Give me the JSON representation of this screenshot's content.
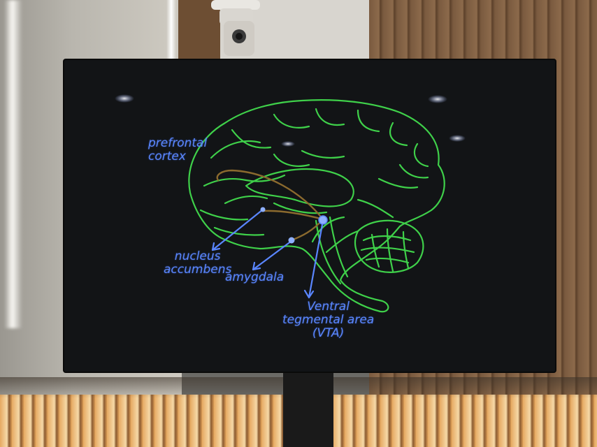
{
  "labels": {
    "prefrontal": "prefrontal\ncortex",
    "nucleus": "nucleus\naccumbens",
    "amygdala": "amygdala",
    "vta": "Ventral\ntegmental area\n(VTA)"
  },
  "colors": {
    "brain_outline": "#3fd14a",
    "label_blue": "#5a86ff",
    "pathway": "#8b6a2e",
    "screen": "#121416"
  }
}
